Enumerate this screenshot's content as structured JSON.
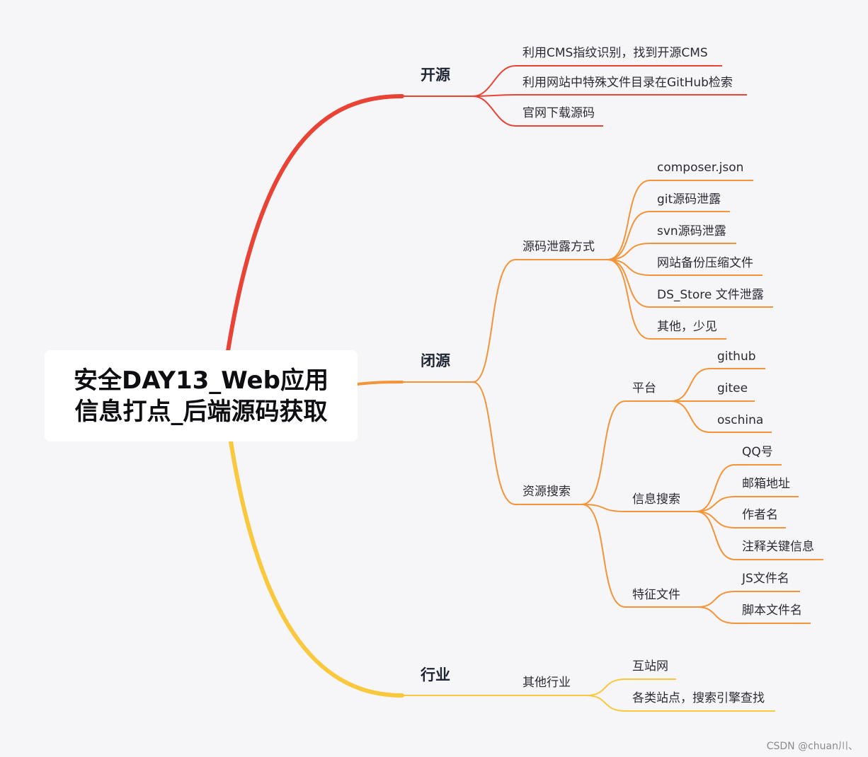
{
  "root": {
    "line1": "安全DAY13_Web应用",
    "line2": "信息打点_后端源码获取"
  },
  "branches": [
    {
      "label": "开源",
      "color": "#e84335",
      "children": [
        "利用CMS指纹识别，找到开源CMS",
        "利用网站中特殊文件目录在GitHub检索",
        "官网下载源码"
      ]
    },
    {
      "label": "闭源",
      "color": "#f29437",
      "children": [
        {
          "label": "源码泄露方式",
          "children": [
            "composer.json",
            "git源码泄露",
            "svn源码泄露",
            "网站备份压缩文件",
            "DS_Store 文件泄露",
            "其他，少见"
          ]
        },
        {
          "label": "资源搜索",
          "children": [
            {
              "label": "平台",
              "children": [
                "github",
                "gitee",
                "oschina"
              ]
            },
            {
              "label": "信息搜索",
              "children": [
                "QQ号",
                "邮箱地址",
                "作者名",
                "注释关键信息"
              ]
            },
            {
              "label": "特征文件",
              "children": [
                "JS文件名",
                "脚本文件名"
              ]
            }
          ]
        }
      ]
    },
    {
      "label": "行业",
      "color": "#f9c83c",
      "children": [
        {
          "label": "其他行业",
          "children": [
            "互站网",
            "各类站点，搜索引擎查找"
          ]
        }
      ]
    }
  ],
  "watermark": "CSDN @chuan川、"
}
